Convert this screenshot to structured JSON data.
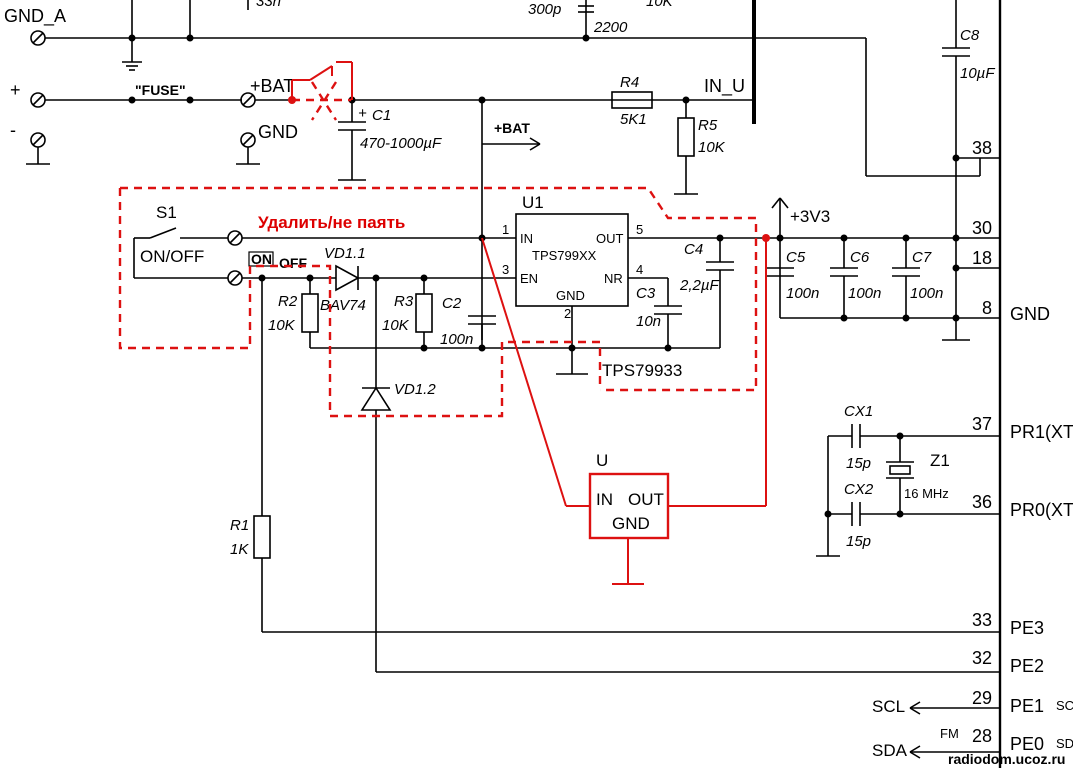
{
  "connector_labels": {
    "gnd_a": "GND_A",
    "plus": "+",
    "minus": "-",
    "fuse": "\"FUSE\"",
    "bat": "+BAT",
    "gnd": "GND",
    "in_u": "IN_U",
    "bat_arrow": "+BAT",
    "v3v3": "+3V3"
  },
  "top_cut": {
    "cap_top_value": "300p",
    "cap_top_value2": "2200",
    "partial_left": "33n",
    "partial_right": "10K"
  },
  "components": {
    "c1": {
      "name": "C1",
      "value": "470-1000µF",
      "polarity": "+"
    },
    "r4": {
      "name": "R4",
      "value": "5K1"
    },
    "r5": {
      "name": "R5",
      "value": "10K"
    },
    "c8": {
      "name": "C8",
      "value": "10µF"
    },
    "s1": {
      "name": "S1",
      "label": "ON/OFF",
      "on": "ON",
      "off": "OFF"
    },
    "vd11": {
      "name": "VD1.1",
      "part": "BAV74"
    },
    "vd12": {
      "name": "VD1.2"
    },
    "r2": {
      "name": "R2",
      "value": "10K"
    },
    "r3": {
      "name": "R3",
      "value": "10K"
    },
    "c2": {
      "name": "C2",
      "value": "100n"
    },
    "u1": {
      "name": "U1",
      "part": "TPS799XX",
      "pins": {
        "in": "IN",
        "en": "EN",
        "gnd": "GND",
        "out": "OUT",
        "nr": "NR"
      },
      "pin_numbers": {
        "in": "1",
        "en": "3",
        "gnd": "2",
        "out": "5",
        "nr": "4"
      },
      "variant": "TPS79933"
    },
    "c3": {
      "name": "C3",
      "value": "10n"
    },
    "c4": {
      "name": "C4",
      "value": "2,2µF"
    },
    "c5": {
      "name": "C5",
      "value": "100n"
    },
    "c6": {
      "name": "C6",
      "value": "100n"
    },
    "c7": {
      "name": "C7",
      "value": "100n"
    },
    "r1": {
      "name": "R1",
      "value": "1K"
    },
    "cx1": {
      "name": "CX1",
      "value": "15p"
    },
    "cx2": {
      "name": "CX2",
      "value": "15p"
    },
    "z1": {
      "name": "Z1",
      "value": "16 MHz"
    },
    "u_new": {
      "name": "U",
      "in": "IN",
      "out": "OUT",
      "gnd": "GND"
    }
  },
  "annotation": {
    "remove_text": "Удалить/не паять"
  },
  "mcu_pins": [
    {
      "num": "38",
      "name": ""
    },
    {
      "num": "30",
      "name": ""
    },
    {
      "num": "18",
      "name": ""
    },
    {
      "num": "8",
      "name": "GND"
    },
    {
      "num": "37",
      "name": "PR1(XT"
    },
    {
      "num": "36",
      "name": "PR0(XT"
    },
    {
      "num": "33",
      "name": "PE3"
    },
    {
      "num": "32",
      "name": "PE2"
    },
    {
      "num": "29",
      "name": "PE1",
      "suffix": "SC"
    },
    {
      "num": "28",
      "name": "PE0",
      "suffix": "SD"
    }
  ],
  "signals": {
    "scl": "SCL",
    "sda": "SDA",
    "fm": "FM"
  },
  "watermark": "radiodom.ucoz.ru"
}
